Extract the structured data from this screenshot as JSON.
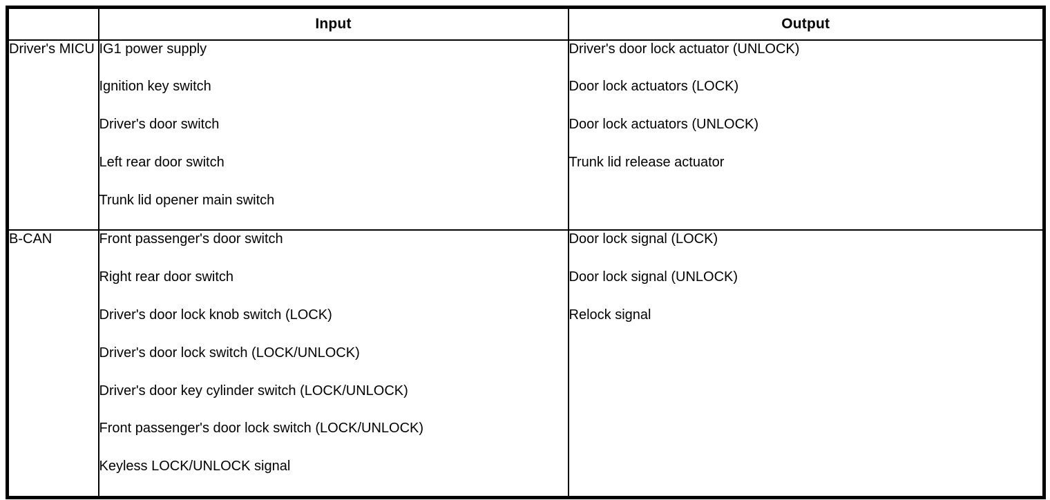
{
  "table": {
    "headers": {
      "corner": "",
      "input": "Input",
      "output": "Output"
    },
    "rows": [
      {
        "source": "Driver's MICU",
        "inputs": [
          "IG1 power supply",
          "Ignition key switch",
          "Driver's door switch",
          "Left rear door switch",
          "Trunk lid opener main switch"
        ],
        "outputs": [
          "Driver's door lock actuator (UNLOCK)",
          "Door lock actuators (LOCK)",
          "Door lock actuators (UNLOCK)",
          "Trunk lid release actuator"
        ]
      },
      {
        "source": "B-CAN",
        "inputs": [
          "Front passenger's door switch",
          "Right rear door switch",
          "Driver's door lock knob switch (LOCK)",
          "Driver's door lock switch (LOCK/UNLOCK)",
          "Driver's door key cylinder switch (LOCK/UNLOCK)",
          "Front passenger's door lock switch (LOCK/UNLOCK)",
          "Keyless LOCK/UNLOCK signal"
        ],
        "outputs": [
          "Door lock signal (LOCK)",
          "Door lock signal (UNLOCK)",
          "Relock signal"
        ]
      }
    ],
    "colors": {
      "border": "#000000",
      "text": "#000000",
      "background": "#ffffff"
    }
  }
}
